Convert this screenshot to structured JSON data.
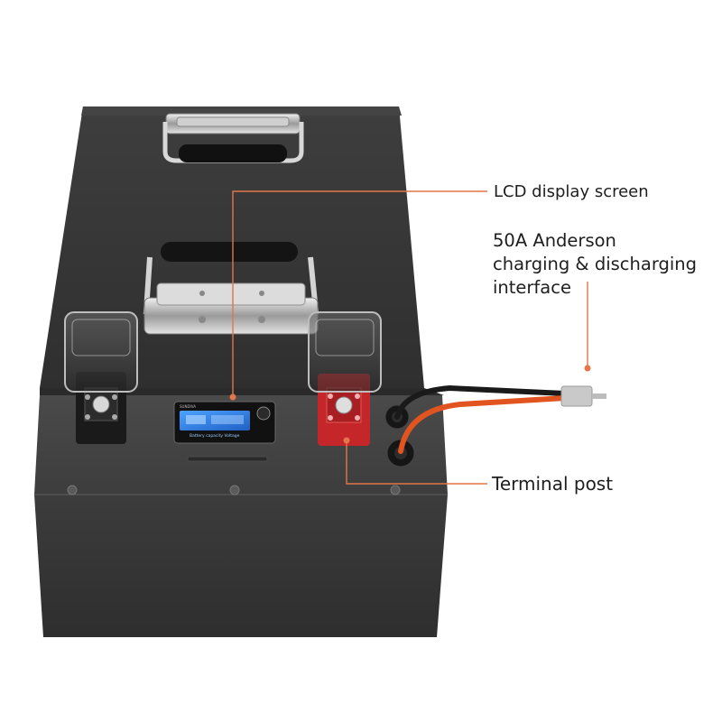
{
  "callouts": {
    "lcd": "LCD display screen",
    "anderson": {
      "line1": "50A Anderson",
      "line2": "charging & discharging",
      "line3": "interface"
    },
    "terminal": "Terminal post"
  },
  "display": {
    "brand": "SUNDIVA",
    "caption": "Battery capacity Voltage"
  },
  "colors": {
    "casing": "#3b3b3b",
    "casing_top": "#454545",
    "lid": "#363636",
    "callout_line": "#e2754a",
    "positive_terminal": "#c4262a",
    "lcd_screen": "#2f7fe0",
    "cable_red": "#e2541f",
    "cable_black": "#1a1a1a",
    "connector": "#c9c9c9"
  }
}
